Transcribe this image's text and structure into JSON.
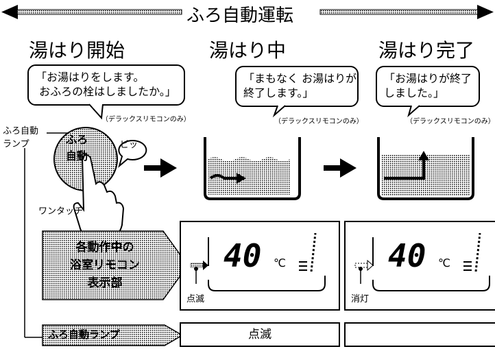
{
  "header": {
    "title": "ふろ自動運転"
  },
  "stages": [
    {
      "title": "湯はり開始",
      "message": "「お湯はりをします。\n おふろの栓はしましたか。」",
      "note": "（デラックスリモコンのみ）"
    },
    {
      "title": "湯はり中",
      "message": "「まもなく お湯はりが\n終了します。」",
      "note": "（デラックスリモコンのみ）"
    },
    {
      "title": "湯はり完了",
      "message": "「お湯はりが終了\nしました。」",
      "note": "（デラックスリモコンのみ）"
    }
  ],
  "remote": {
    "lamp_label": "ふろ自動\nランプ",
    "button_text": "ふろ\n自動",
    "beep": "ピッ",
    "one_touch": "ワンタッチ"
  },
  "display_row": {
    "label": "各動作中の\n浴室リモコン\n表示部",
    "temperature": "40",
    "unit": "℃",
    "status_during": "点滅",
    "status_complete": "消灯"
  },
  "lamp_row": {
    "label": "ふろ自動ランプ",
    "during": "点滅",
    "complete": ""
  }
}
